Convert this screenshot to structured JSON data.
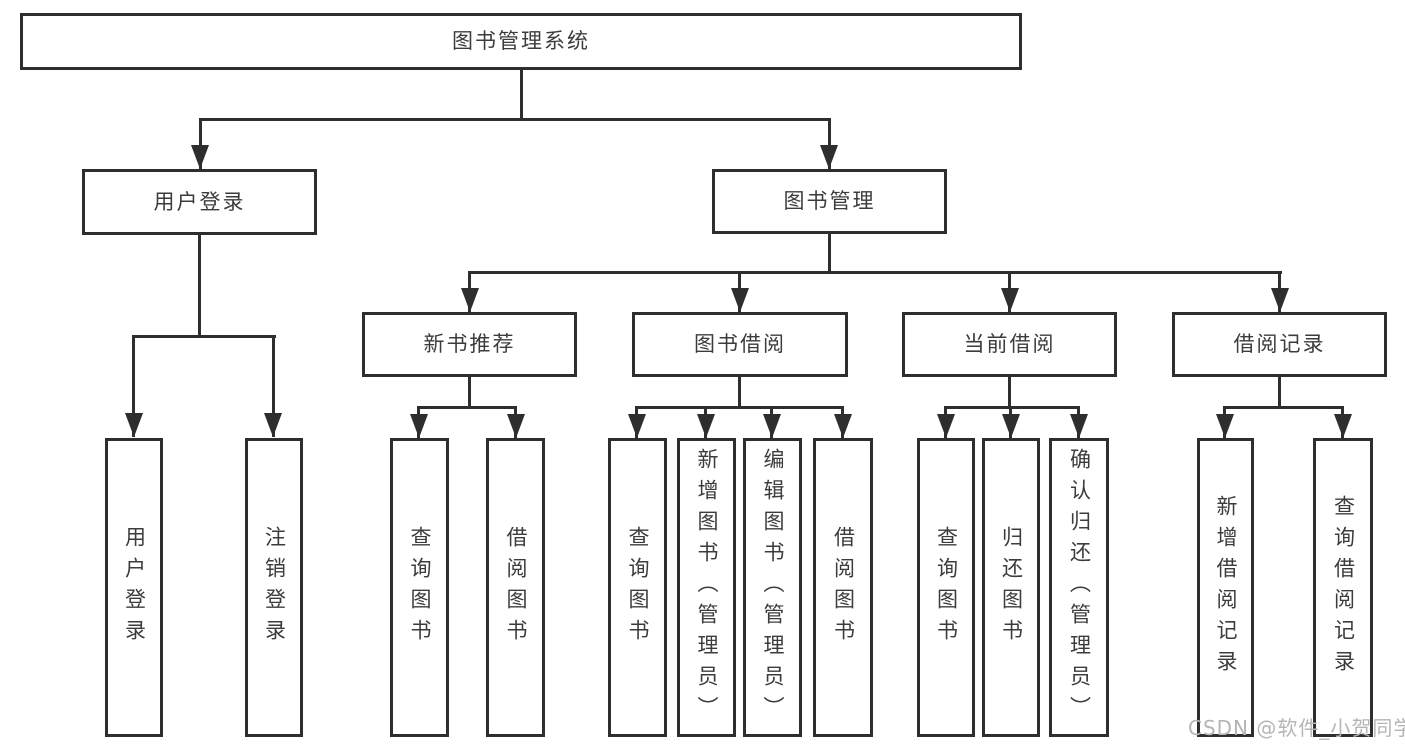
{
  "diagram": {
    "root": {
      "label": "图书管理系统"
    },
    "level2": [
      {
        "label": "用户登录"
      },
      {
        "label": "图书管理"
      }
    ],
    "level3": [
      {
        "label": "新书推荐"
      },
      {
        "label": "图书借阅"
      },
      {
        "label": "当前借阅"
      },
      {
        "label": "借阅记录"
      }
    ],
    "leaves": {
      "login": [
        "用户登录",
        "注销登录"
      ],
      "newbook": [
        "查询图书",
        "借阅图书"
      ],
      "borrow": [
        "查询图书",
        "新增图书（管理员）",
        "编辑图书（管理员）",
        "借阅图书"
      ],
      "current": [
        "查询图书",
        "归还图书",
        "确认归还（管理员）"
      ],
      "records": [
        "新增借阅记录",
        "查询借阅记录"
      ]
    }
  },
  "watermark": "CSDN @软件_小贺同学",
  "colors": {
    "line": "#2e2e2e",
    "text": "#3c3c3c",
    "watermark_text": "#b5b5b5",
    "background": "#ffffff"
  }
}
